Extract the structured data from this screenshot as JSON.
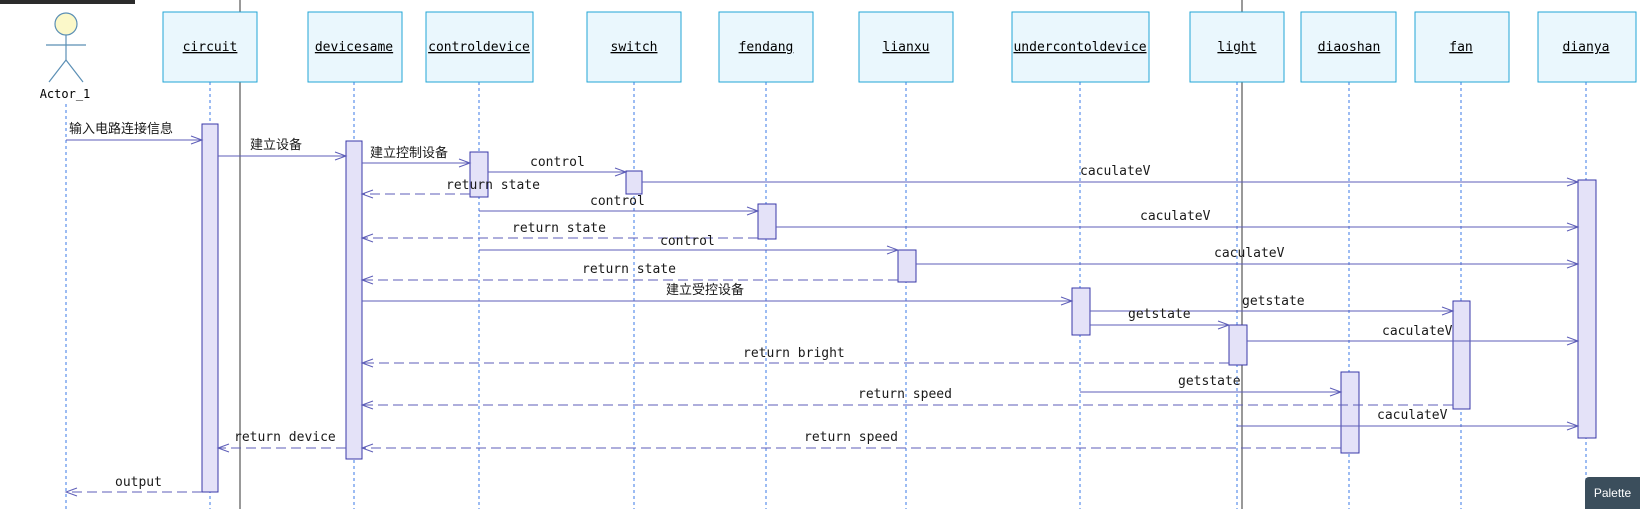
{
  "actor": {
    "name": "Actor_1"
  },
  "participants": [
    {
      "id": "circuit",
      "label": "circuit"
    },
    {
      "id": "devicesame",
      "label": "devicesame"
    },
    {
      "id": "controldevice",
      "label": "controldevice"
    },
    {
      "id": "switch",
      "label": "switch"
    },
    {
      "id": "fendang",
      "label": "fendang"
    },
    {
      "id": "lianxu",
      "label": "lianxu"
    },
    {
      "id": "undercontoldevice",
      "label": "undercontoldevice"
    },
    {
      "id": "light",
      "label": "light"
    },
    {
      "id": "diaoshan",
      "label": "diaoshan"
    },
    {
      "id": "fan",
      "label": "fan"
    },
    {
      "id": "dianya",
      "label": "dianya"
    }
  ],
  "messages": [
    {
      "from": "actor",
      "to": "circuit",
      "label": "输入电路连接信息",
      "kind": "call"
    },
    {
      "from": "circuit",
      "to": "devicesame",
      "label": "建立设备",
      "kind": "call"
    },
    {
      "from": "devicesame",
      "to": "controldevice",
      "label": "建立控制设备",
      "kind": "call"
    },
    {
      "from": "controldevice",
      "to": "switch",
      "label": "control",
      "kind": "call"
    },
    {
      "from": "switch",
      "to": "dianya",
      "label": "caculateV",
      "kind": "call"
    },
    {
      "from": "controldevice",
      "to": "devicesame",
      "label": "return state",
      "kind": "return"
    },
    {
      "from": "controldevice",
      "to": "fendang",
      "label": "control",
      "kind": "call"
    },
    {
      "from": "fendang",
      "to": "dianya",
      "label": "caculateV",
      "kind": "call"
    },
    {
      "from": "fendang",
      "to": "devicesame",
      "label": "return state",
      "kind": "return"
    },
    {
      "from": "controldevice",
      "to": "lianxu",
      "label": "control",
      "kind": "call"
    },
    {
      "from": "lianxu",
      "to": "dianya",
      "label": "caculateV",
      "kind": "call"
    },
    {
      "from": "lianxu",
      "to": "devicesame",
      "label": "return state",
      "kind": "return"
    },
    {
      "from": "devicesame",
      "to": "undercontoldevice",
      "label": "建立受控设备",
      "kind": "call"
    },
    {
      "from": "undercontoldevice",
      "to": "fan",
      "label": "getstate",
      "kind": "call"
    },
    {
      "from": "undercontoldevice",
      "to": "light",
      "label": "getstate",
      "kind": "call"
    },
    {
      "from": "light",
      "to": "dianya",
      "label": "caculateV",
      "kind": "call"
    },
    {
      "from": "light",
      "to": "devicesame",
      "label": "return bright",
      "kind": "return"
    },
    {
      "from": "undercontoldevice",
      "to": "diaoshan",
      "label": "getstate",
      "kind": "call"
    },
    {
      "from": "fan",
      "to": "devicesame",
      "label": "return speed",
      "kind": "return"
    },
    {
      "from": "light",
      "to": "dianya",
      "label": "caculateV",
      "kind": "call"
    },
    {
      "from": "devicesame",
      "to": "circuit",
      "label": "return device",
      "kind": "return"
    },
    {
      "from": "diaoshan",
      "to": "devicesame",
      "label": "return speed",
      "kind": "return"
    },
    {
      "from": "circuit",
      "to": "actor",
      "label": "output",
      "kind": "return"
    }
  ],
  "palette": {
    "label": "Palette"
  },
  "colors": {
    "box_fill": "#eaf7fd",
    "box_stroke": "#21a6d6",
    "lifeline": "#3b78e7",
    "activation_fill": "#e4e2f8",
    "activation_stroke": "#3a38a8",
    "arrow": "#5e5eb8"
  }
}
